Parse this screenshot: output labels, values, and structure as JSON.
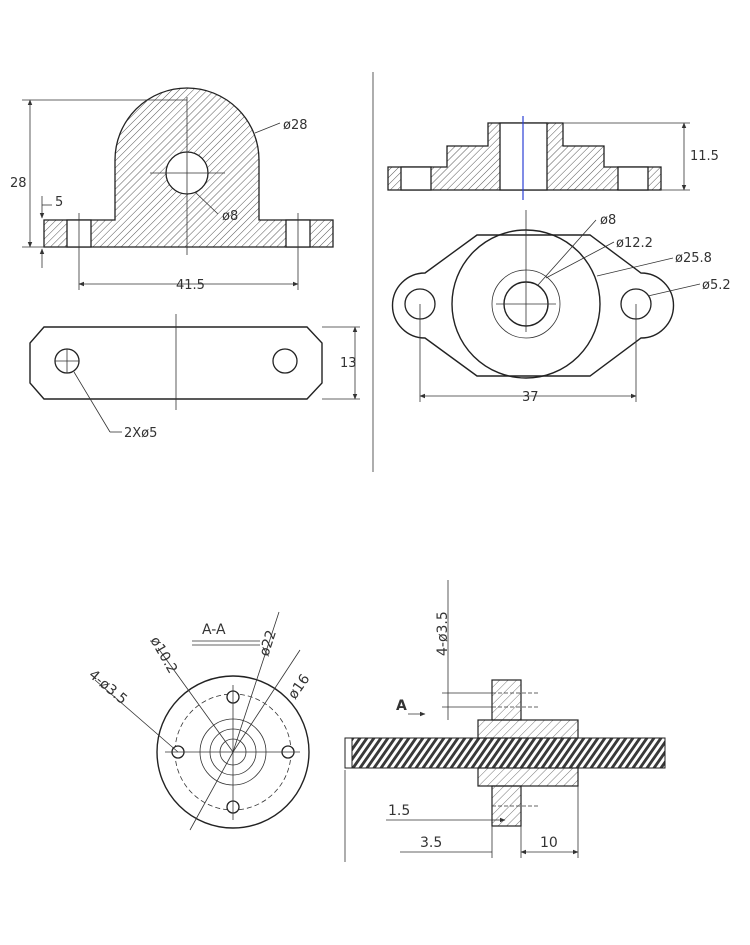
{
  "views": {
    "pillow_front": {
      "height": "28",
      "foot": "5",
      "outer_dia": "ø28",
      "bore_dia": "ø8",
      "hole_span": "41.5"
    },
    "pillow_top": {
      "width": "13",
      "holes": "2Xø5"
    },
    "flange_side": {
      "height": "11.5"
    },
    "flange_top": {
      "bore": "ø8",
      "hub": "ø12.2",
      "body": "ø25.8",
      "holes": "ø5.2",
      "span": "37"
    },
    "nut_section": {
      "label": "A-A",
      "outer": "ø22",
      "bore": "ø10.2",
      "pitch_circle": "ø16",
      "holes": "4-ø3.5"
    },
    "nut_side": {
      "holes": "4-ø3.5",
      "arrow": "A",
      "d1": "1.5",
      "d2": "3.5",
      "d3": "10"
    }
  },
  "colors": {
    "line": "#333333",
    "axis": "#2a3fd6"
  }
}
